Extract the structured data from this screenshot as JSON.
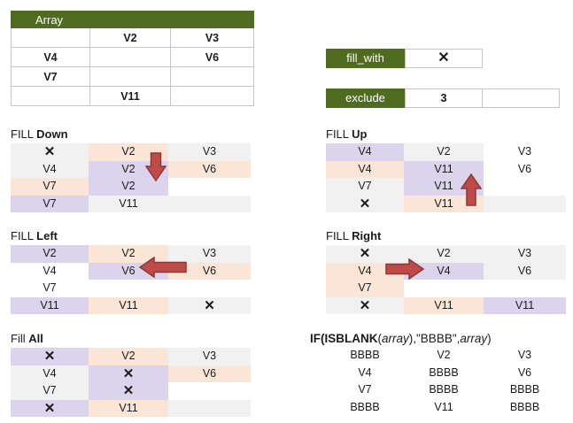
{
  "colors": {
    "header_green": "#4E6B1F",
    "cell_gray": "#F1F1F1",
    "cell_peach": "#FBE5D6",
    "cell_lavender": "#DCD4EC",
    "arrow_fill": "#BE4B48",
    "arrow_stroke": "#8C3836",
    "table_border": "#C6C6C6",
    "body_text": "#1B1B1B"
  },
  "array_table": {
    "title": "Array",
    "rows": [
      [
        "",
        "V2",
        "V3"
      ],
      [
        "V4",
        "",
        "V6"
      ],
      [
        "V7",
        "",
        ""
      ],
      [
        "",
        "V11",
        ""
      ]
    ]
  },
  "params": [
    {
      "name": "fill_with",
      "label": "fill_with",
      "value": "✕",
      "value_is_x": true,
      "extra_cell": false
    },
    {
      "name": "exclude",
      "label": "exclude",
      "value": "3",
      "value_is_x": false,
      "extra_cell": true
    }
  ],
  "sections": [
    {
      "name": "fill-down",
      "title_prefix": "FILL ",
      "title_word": "Down",
      "arrow": "down",
      "grid": [
        [
          {
            "v": "✕",
            "bg": "g"
          },
          {
            "v": "V2",
            "bg": "p"
          },
          {
            "v": "V3",
            "bg": "g"
          }
        ],
        [
          {
            "v": "V4",
            "bg": "g"
          },
          {
            "v": "V2",
            "bg": "l"
          },
          {
            "v": "V6",
            "bg": "p"
          }
        ],
        [
          {
            "v": "V7",
            "bg": "p"
          },
          {
            "v": "V2",
            "bg": "l"
          },
          {
            "v": "",
            "bg": "w"
          }
        ],
        [
          {
            "v": "V7",
            "bg": "l"
          },
          {
            "v": "V11",
            "bg": "g"
          },
          {
            "v": "",
            "bg": "g"
          }
        ]
      ]
    },
    {
      "name": "fill-up",
      "title_prefix": "FILL ",
      "title_word": "Up",
      "arrow": "up",
      "grid": [
        [
          {
            "v": "V4",
            "bg": "l"
          },
          {
            "v": "V2",
            "bg": "g"
          },
          {
            "v": "V3",
            "bg": "w"
          }
        ],
        [
          {
            "v": "V4",
            "bg": "p"
          },
          {
            "v": "V11",
            "bg": "l"
          },
          {
            "v": "V6",
            "bg": "w"
          }
        ],
        [
          {
            "v": "V7",
            "bg": "g"
          },
          {
            "v": "V11",
            "bg": "l"
          },
          {
            "v": "",
            "bg": "w"
          }
        ],
        [
          {
            "v": "✕",
            "bg": "g"
          },
          {
            "v": "V11",
            "bg": "p"
          },
          {
            "v": "",
            "bg": "g"
          }
        ]
      ]
    },
    {
      "name": "fill-left",
      "title_prefix": "FILL ",
      "title_word": "Left",
      "arrow": "left",
      "grid": [
        [
          {
            "v": "V2",
            "bg": "l"
          },
          {
            "v": "V2",
            "bg": "p"
          },
          {
            "v": "V3",
            "bg": "g"
          }
        ],
        [
          {
            "v": "V4",
            "bg": "w"
          },
          {
            "v": "V6",
            "bg": "l"
          },
          {
            "v": "V6",
            "bg": "p"
          }
        ],
        [
          {
            "v": "V7",
            "bg": "w"
          },
          {
            "v": "",
            "bg": "w"
          },
          {
            "v": "",
            "bg": "w"
          }
        ],
        [
          {
            "v": "V11",
            "bg": "l"
          },
          {
            "v": "V11",
            "bg": "p"
          },
          {
            "v": "✕",
            "bg": "g"
          }
        ]
      ]
    },
    {
      "name": "fill-right",
      "title_prefix": "FILL ",
      "title_word": "Right",
      "arrow": "right",
      "grid": [
        [
          {
            "v": "✕",
            "bg": "g"
          },
          {
            "v": "V2",
            "bg": "g"
          },
          {
            "v": "V3",
            "bg": "g"
          }
        ],
        [
          {
            "v": "V4",
            "bg": "p"
          },
          {
            "v": "V4",
            "bg": "l"
          },
          {
            "v": "V6",
            "bg": "g"
          }
        ],
        [
          {
            "v": "V7",
            "bg": "p"
          },
          {
            "v": "",
            "bg": "w"
          },
          {
            "v": "",
            "bg": "w"
          }
        ],
        [
          {
            "v": "✕",
            "bg": "g"
          },
          {
            "v": "V11",
            "bg": "p"
          },
          {
            "v": "V11",
            "bg": "l"
          }
        ]
      ]
    },
    {
      "name": "fill-all",
      "title_prefix": "Fill ",
      "title_word": "All",
      "arrow": null,
      "grid": [
        [
          {
            "v": "✕",
            "bg": "l"
          },
          {
            "v": "V2",
            "bg": "p"
          },
          {
            "v": "V3",
            "bg": "g"
          }
        ],
        [
          {
            "v": "V4",
            "bg": "g"
          },
          {
            "v": "✕",
            "bg": "l"
          },
          {
            "v": "V6",
            "bg": "p"
          }
        ],
        [
          {
            "v": "V7",
            "bg": "g"
          },
          {
            "v": "✕",
            "bg": "l"
          },
          {
            "v": "",
            "bg": "w"
          }
        ],
        [
          {
            "v": "✕",
            "bg": "l"
          },
          {
            "v": "V11",
            "bg": "p"
          },
          {
            "v": "",
            "bg": "g"
          }
        ]
      ]
    }
  ],
  "if_section": {
    "name": "if-isblank",
    "title_segments": [
      {
        "text": "IF(ISBLANK",
        "bold": true,
        "italic": false
      },
      {
        "text": "(",
        "bold": false,
        "italic": false
      },
      {
        "text": "array",
        "bold": false,
        "italic": true
      },
      {
        "text": "),\"BBBB\",",
        "bold": false,
        "italic": false
      },
      {
        "text": "array",
        "bold": false,
        "italic": true
      },
      {
        "text": ")",
        "bold": false,
        "italic": false
      }
    ],
    "rows": [
      [
        "BBBB",
        "V2",
        "V3"
      ],
      [
        "V4",
        "BBBB",
        "V6"
      ],
      [
        "V7",
        "BBBB",
        "BBBB"
      ],
      [
        "BBBB",
        "V11",
        "BBBB"
      ]
    ]
  }
}
